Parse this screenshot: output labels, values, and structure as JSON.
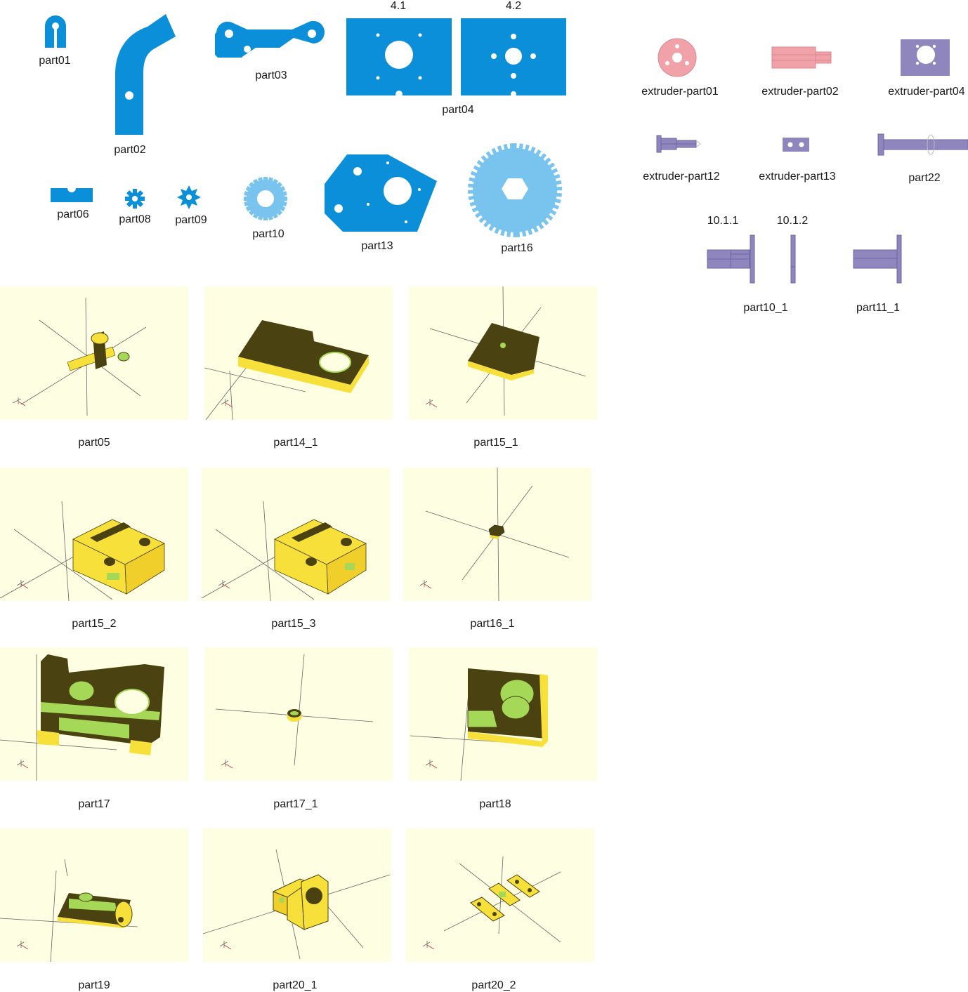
{
  "colors": {
    "part_blue": "#0a8fd8",
    "part_light_blue": "#78c4ee",
    "extruder_pink": "#f0a2a8",
    "extruder_purple": "#8e86bc",
    "render_background": "#fefee2",
    "render_yellow": "#f7e03a",
    "render_dark": "#4a4210",
    "render_green": "#a6d858"
  },
  "flat_parts": {
    "part01": "part01",
    "part02": "part02",
    "part03": "part03",
    "part04": "part04",
    "part04_variant1": "4.1",
    "part04_variant2": "4.2",
    "part06": "part06",
    "part08": "part08",
    "part09": "part09",
    "part10": "part10",
    "part13": "part13",
    "part16": "part16"
  },
  "extruder_parts": {
    "extruder_part01": "extruder-part01",
    "extruder_part02": "extruder-part02",
    "extruder_part04": "extruder-part04",
    "extruder_part12": "extruder-part12",
    "extruder_part13": "extruder-part13",
    "part22": "part22",
    "sub_10_1_1": "10.1.1",
    "sub_10_1_2": "10.1.2",
    "part10_1": "part10_1",
    "part11_1": "part11_1"
  },
  "renders": [
    {
      "label": "part05"
    },
    {
      "label": "part14_1"
    },
    {
      "label": "part15_1"
    },
    {
      "label": "part15_2"
    },
    {
      "label": "part15_3"
    },
    {
      "label": "part16_1"
    },
    {
      "label": "part17"
    },
    {
      "label": "part17_1"
    },
    {
      "label": "part18"
    },
    {
      "label": "part19"
    },
    {
      "label": "part20_1"
    },
    {
      "label": "part20_2"
    }
  ]
}
